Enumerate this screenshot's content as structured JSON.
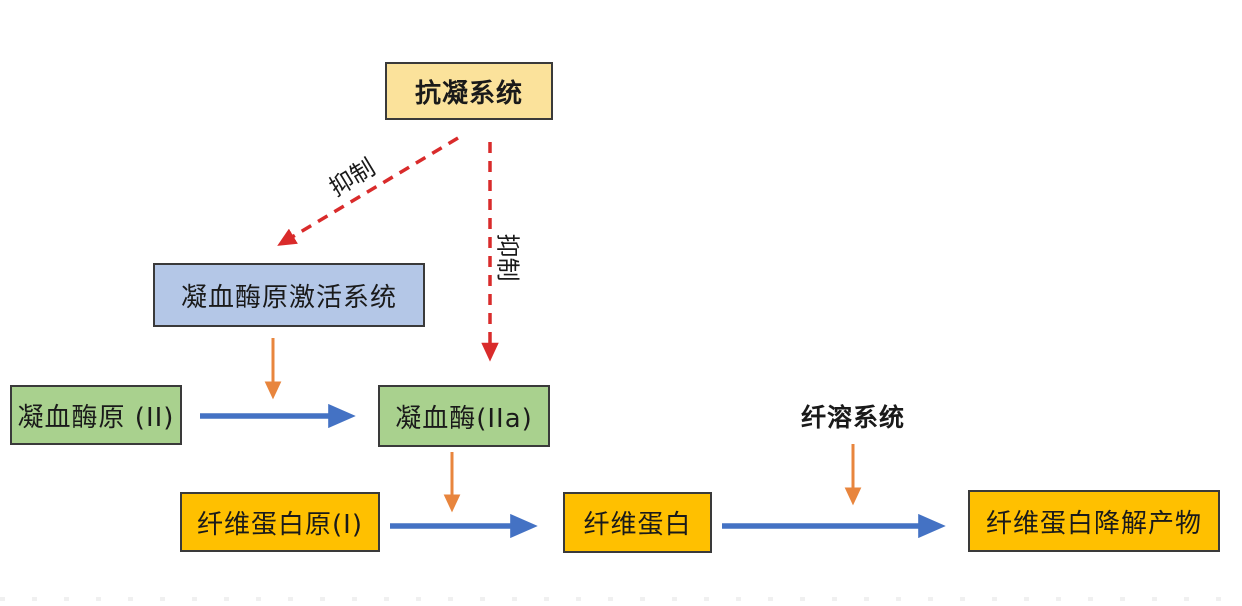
{
  "diagram": {
    "title_implicit": "凝血、抗凝与纤溶系统流程图",
    "nodes": {
      "anticoag": {
        "label": "抗凝系统",
        "fill": "#FBE29B",
        "shape": "rect",
        "bold": true
      },
      "activation": {
        "label": "凝血酶原激活系统",
        "fill": "#B4C7E7",
        "shape": "rect",
        "bold": false
      },
      "prothrombin": {
        "label": "凝血酶原 (II)",
        "fill": "#A9D18E",
        "shape": "rect",
        "bold": false
      },
      "thrombin": {
        "label": "凝血酶(IIa)",
        "fill": "#A9D18E",
        "shape": "rect",
        "bold": false
      },
      "fibrinogen": {
        "label": "纤维蛋白原(I)",
        "fill": "#FFC000",
        "shape": "rect",
        "bold": false
      },
      "fibrin": {
        "label": "纤维蛋白",
        "fill": "#FFC000",
        "shape": "rect",
        "bold": false
      },
      "fdp": {
        "label": "纤维蛋白降解产物",
        "fill": "#FFC000",
        "shape": "rect",
        "bold": false
      }
    },
    "labels": {
      "fibrinolytic": {
        "label": "纤溶系统",
        "bold": true
      },
      "inhibit_diagonal": {
        "label": "抑制",
        "rotation_deg": -31
      },
      "inhibit_vertical": {
        "label": "抑制",
        "rotation_deg": 90
      }
    },
    "edges": [
      {
        "from": "抗凝系统",
        "to": "凝血酶原激活系统",
        "label": "抑制",
        "style": "red-dashed-arrow"
      },
      {
        "from": "抗凝系统",
        "to": "凝血酶(IIa)",
        "label": "抑制",
        "style": "red-dashed-arrow"
      },
      {
        "from": "凝血酶原激活系统",
        "to": "凝血酶原→凝血酶 转化箭头",
        "label": "",
        "style": "orange-arrow"
      },
      {
        "from": "凝血酶原 (II)",
        "to": "凝血酶(IIa)",
        "label": "",
        "style": "blue-arrow"
      },
      {
        "from": "凝血酶(IIa)",
        "to": "纤维蛋白原→纤维蛋白 转化箭头",
        "label": "",
        "style": "orange-arrow"
      },
      {
        "from": "纤维蛋白原(I)",
        "to": "纤维蛋白",
        "label": "",
        "style": "blue-arrow"
      },
      {
        "from": "纤溶系统",
        "to": "纤维蛋白→降解产物 转化箭头",
        "label": "",
        "style": "orange-arrow"
      },
      {
        "from": "纤维蛋白",
        "to": "纤维蛋白降解产物",
        "label": "",
        "style": "blue-arrow"
      }
    ],
    "colors": {
      "background": "#ffffff",
      "box_border": "#3a3a3a",
      "text": "#1a1a1a",
      "flow_arrow_blue": "#4472C4",
      "action_arrow_orange": "#E8853D",
      "inhibit_arrow_red": "#D92B2B",
      "bottom_dotted_line": "#f0f0f0"
    }
  }
}
